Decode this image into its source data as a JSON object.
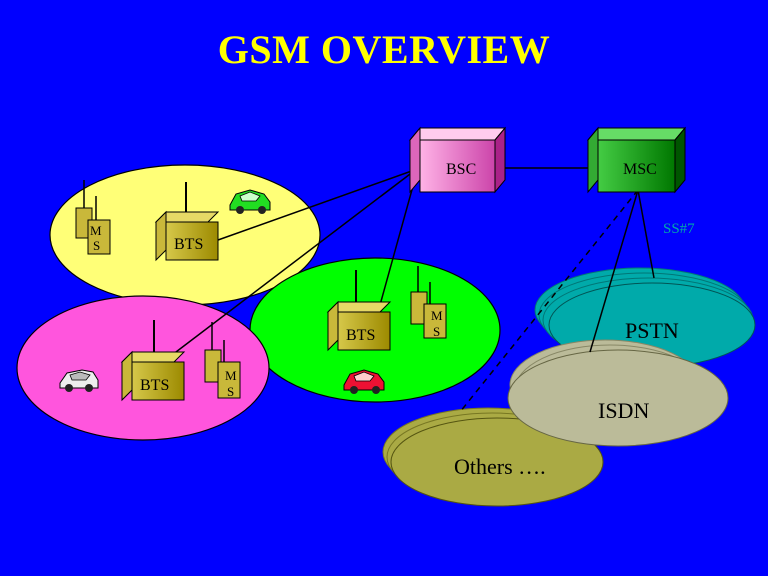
{
  "title": "GSM OVERVIEW",
  "nodes": {
    "bsc": "BSC",
    "msc": "MSC",
    "bts": "BTS",
    "ms_top": "M",
    "ms_bottom": "S"
  },
  "link_label": "SS#7",
  "networks": {
    "pstn": "PSTN",
    "isdn": "ISDN",
    "others": "Others …."
  },
  "colors": {
    "background": "#0000ff",
    "title": "#ffff00",
    "cell_yellow": "#ffff77",
    "cell_green": "#00ff00",
    "cell_pink": "#ff55dd",
    "bsc_box": "#cc44aa",
    "msc_box": "#009900",
    "bts_box": "#aa9900",
    "pstn": "#00aaaa",
    "isdn": "#bbbb99",
    "others": "#aaaa44"
  }
}
